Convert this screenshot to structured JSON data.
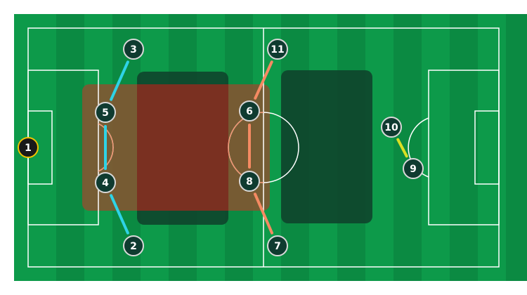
{
  "colors": {
    "pitch": "#0d9a4a",
    "stripe_dark": "#0b8a42",
    "line": "#ffffff",
    "zone_shadow": "#0f3f2a",
    "zone_red": "#7a2a1f",
    "zone_brown": "#8a5230",
    "cyan": "#2ed3e6",
    "salmon": "#f58a62",
    "yellow": "#d8df24",
    "player_fill": "#0f3b30",
    "player_stroke": "#d8d8d8",
    "keeper_fill": "#1a1a1a",
    "keeper_stroke": "#f2c300",
    "player_text": "#ffffff"
  },
  "players": [
    {
      "id": "p1",
      "number": "1",
      "role": "goalkeeper"
    },
    {
      "id": "p2",
      "number": "2"
    },
    {
      "id": "p3",
      "number": "3"
    },
    {
      "id": "p4",
      "number": "4"
    },
    {
      "id": "p5",
      "number": "5"
    },
    {
      "id": "p6",
      "number": "6"
    },
    {
      "id": "p7",
      "number": "7"
    },
    {
      "id": "p8",
      "number": "8"
    },
    {
      "id": "p9",
      "number": "9"
    },
    {
      "id": "p10",
      "number": "10"
    },
    {
      "id": "p11",
      "number": "11"
    }
  ],
  "links": [
    {
      "from": "p3",
      "to": "p5",
      "color": "cyan"
    },
    {
      "from": "p5",
      "to": "p4",
      "color": "cyan"
    },
    {
      "from": "p4",
      "to": "p2",
      "color": "cyan"
    },
    {
      "from": "p11",
      "to": "p6",
      "color": "salmon"
    },
    {
      "from": "p6",
      "to": "p8",
      "color": "salmon"
    },
    {
      "from": "p8",
      "to": "p7",
      "color": "salmon"
    },
    {
      "from": "p10",
      "to": "p9",
      "color": "yellow"
    }
  ]
}
